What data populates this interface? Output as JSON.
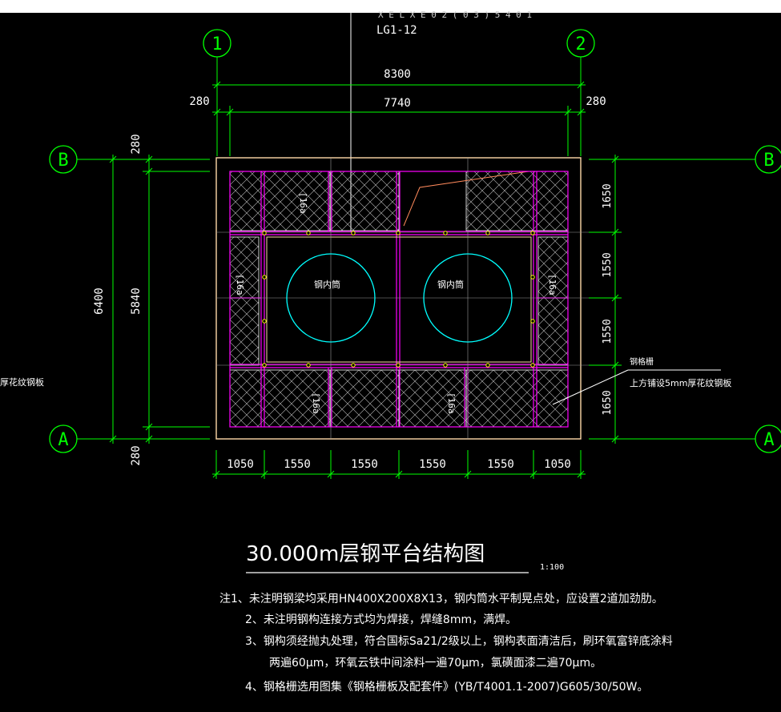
{
  "drawing": {
    "ref_partial": "X E L X E 0 2 ( 0 3 ) 5 4 0 1",
    "ref_code": "LG1-12",
    "scale": "1:100",
    "title": "30.000m层钢平台结构图"
  },
  "axes": {
    "col_left": "1",
    "col_right": "2",
    "row_top": "B",
    "row_bottom": "A"
  },
  "dims": {
    "overall_width": "8300",
    "inner_width": "7740",
    "edge": "280",
    "overall_height": "6400",
    "inner_height": "5840",
    "bottom_segments": [
      "1050",
      "1550",
      "1550",
      "1550",
      "1550",
      "1050"
    ],
    "right_segments": [
      "1650",
      "1550",
      "1550",
      "1650"
    ]
  },
  "labels": {
    "cylinder": "钢内筒",
    "beam_top": "[16a",
    "beam_left": "[16a",
    "beam_right": "[16a",
    "beam_b1": "[16a",
    "beam_b2": "[16a",
    "grating_title": "钢格栅",
    "grating_detail": "上方铺设5mm厚花纹钢板",
    "left_cut": "厚花纹钢板"
  },
  "notes": [
    "注1、未注明钢梁均采用HN400X200X8X13，钢内筒水平制晃点处，应设置2道加劲肋。",
    "2、未注明钢构连接方式均为焊接，焊缝8mm，满焊。",
    "3、钢构须经抛丸处理，符合国标Sa21/2级以上，钢构表面清洁后，刷环氧富锌底涂料",
    "两遍60μm，环氧云铁中间涂料一遍70μm，氯磺面漆二遍70μm。",
    "4、钢格栅选用图集《钢格栅板及配套件》(YB/T4001.1-2007)G605/30/50W。"
  ],
  "colors": {
    "axis": "#00ff00",
    "dimension": "#00ff00",
    "slab": "#ffd9a8",
    "beam": "#ff00ff",
    "cylinder": "#00ffff",
    "hatch": "#ffffff",
    "text": "#ffffff"
  }
}
